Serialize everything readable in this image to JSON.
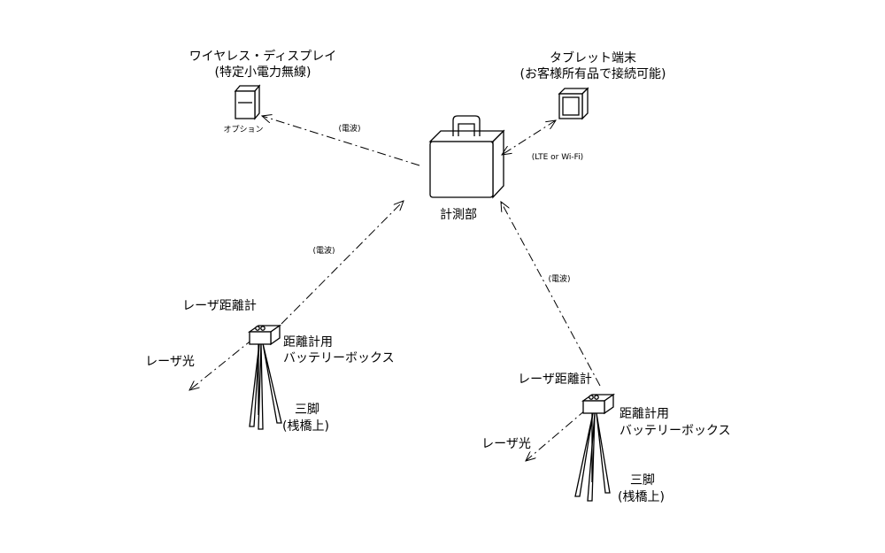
{
  "wireless_display": {
    "title": "ワイヤレス・ディスプレイ",
    "subtitle": "(特定小電力無線)",
    "option": "オプション"
  },
  "tablet": {
    "title": "タブレット端末",
    "subtitle": "(お客様所有品で接続可能)"
  },
  "measurement_unit": {
    "label": "計測部"
  },
  "links": {
    "display": "(電波)",
    "tablet": "(LTE or Wi-Fi)",
    "left_laser": "(電波)",
    "right_laser": "(電波)"
  },
  "left_station": {
    "title": "レーザ距離計",
    "battery_line1": "距離計用",
    "battery_line2": "バッテリーボックス",
    "laser": "レーザ光",
    "tripod_line1": "三脚",
    "tripod_line2": "(桟橋上)"
  },
  "right_station": {
    "title": "レーザ距離計",
    "battery_line1": "距離計用",
    "battery_line2": "バッテリーボックス",
    "laser": "レーザ光",
    "tripod_line1": "三脚",
    "tripod_line2": "(桟橋上)"
  }
}
